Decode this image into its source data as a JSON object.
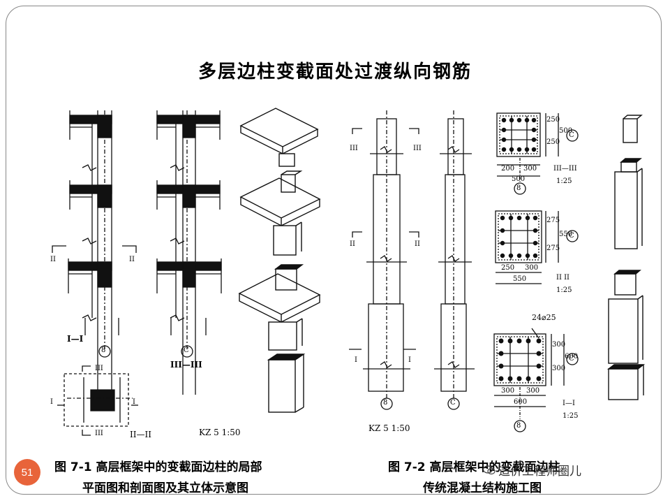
{
  "slide": {
    "title": "多层边柱变截面处过渡纵向钢筋",
    "page_number": "51"
  },
  "figure_7_1": {
    "caption_line1": "图 7-1   高层框架中的变截面边柱的局部",
    "caption_line2": "平面图和剖面图及其立体示意图",
    "section_1_label": "I—I",
    "section_3_label": "III—III",
    "section_2_label": "II—II",
    "axis_8": "8",
    "axis_c": "C",
    "kz_label": "KZ 5   1:50",
    "mark_II": "II",
    "mark_III": "III",
    "mark_I": "I"
  },
  "figure_7_2": {
    "caption_line1": "图 7-2   高层框架中的变截面边柱",
    "caption_line2": "传统混凝土结构施工图",
    "kz_label": "KZ 5   1:50",
    "axis_8": "8",
    "axis_c": "C",
    "mark_III": "III",
    "mark_II": "II",
    "mark_I": "I",
    "sec_3": {
      "dims_v": [
        "250",
        "250"
      ],
      "total_v": "500",
      "dims_h": [
        "200",
        "300"
      ],
      "total_h": "500",
      "label": "III—III",
      "scale": "1:25"
    },
    "sec_2": {
      "dims_v": [
        "275",
        "275"
      ],
      "total_v": "550",
      "dims_h": [
        "250",
        "300"
      ],
      "total_h": "550",
      "label": "II  II",
      "scale": "1:25"
    },
    "sec_1": {
      "rebar": "24⌀25",
      "dims_v": [
        "300",
        "300"
      ],
      "total_v": "600",
      "dims_h": [
        "300",
        "300"
      ],
      "total_h": "600",
      "label": "I—I",
      "scale": "1:25"
    }
  },
  "watermark": {
    "text": "造价工程师圈儿"
  }
}
